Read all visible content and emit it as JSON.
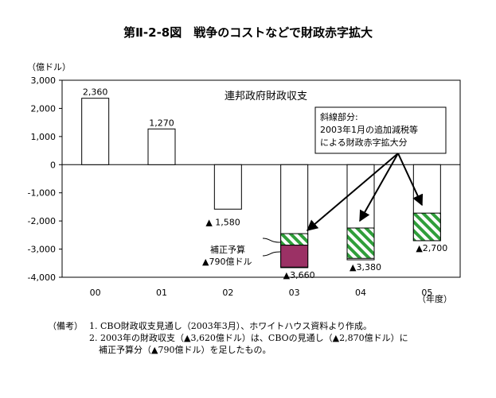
{
  "title": "第Ⅱ-2-8図　戦争のコストなどで財政赤字拡大",
  "chart_data": {
    "type": "bar",
    "title": "連邦政府財政収支",
    "ylabel": "（億ドル）",
    "xlabel": "（年度）",
    "ylim": [
      -4000,
      3000
    ],
    "yticks": [
      3000,
      2000,
      1000,
      0,
      -1000,
      -2000,
      -3000,
      -4000
    ],
    "ytick_labels": [
      "3,000",
      "2,000",
      "1,000",
      "0",
      "-1,000",
      "-2,000",
      "-3,000",
      "-4,000"
    ],
    "categories": [
      "00",
      "01",
      "02",
      "03",
      "04",
      "05"
    ],
    "values": [
      2360,
      1270,
      -1580,
      -3660,
      -3380,
      -2700
    ],
    "value_labels": [
      "2,360",
      "1,270",
      "▲ 1,580",
      "▲3,660",
      "▲3,380",
      "▲2,700"
    ],
    "hatched_segments": [
      {
        "category": "03",
        "from": -2450,
        "to": -2860
      },
      {
        "category": "04",
        "from": -2250,
        "to": -3330
      },
      {
        "category": "05",
        "from": -1720,
        "to": -2700
      }
    ],
    "supplementary_segment": {
      "category": "03",
      "from": -2860,
      "to": -3640,
      "color": "#9b3165"
    },
    "annotations": {
      "callout_lines": [
        "斜線部分:",
        "2003年1月の追加減税等",
        "による財政赤字拡大分"
      ],
      "supplementary_lines": [
        "補正予算",
        "▲790億ドル"
      ]
    },
    "colors": {
      "hatch": "#2f9e3a",
      "bar_border": "#000000"
    }
  },
  "notes": {
    "label": "（備考）",
    "lines": [
      "1. CBO財政収支見通し（2003年3月）、ホワイトハウス資料より作成。",
      "2. 2003年の財政収支（▲3,620億ドル）は、CBOの見通し（▲2,870億ドル）に",
      "補正予算分（▲790億ドル）を足したもの。"
    ]
  }
}
